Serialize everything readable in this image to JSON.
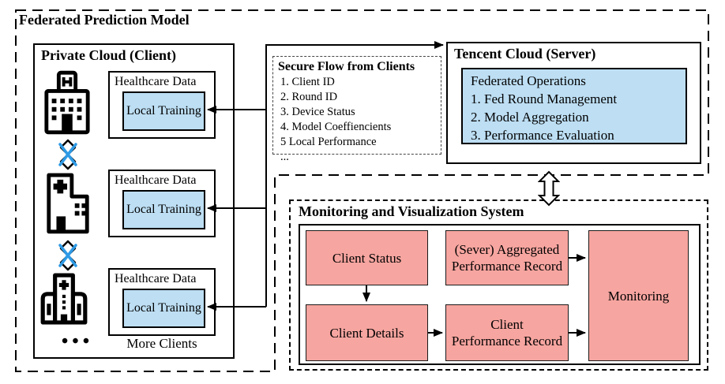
{
  "diagram": {
    "title": "Federated Prediction Model",
    "private_cloud": {
      "title": "Private Cloud (Client)",
      "clients": [
        {
          "data_label": "Healthcare Data",
          "training_label": "Local Training"
        },
        {
          "data_label": "Healthcare Data",
          "training_label": "Local Training"
        },
        {
          "data_label": "Healthcare Data",
          "training_label": "Local Training"
        }
      ],
      "dots": "•••",
      "more_clients": "More Clients"
    },
    "secure_flow": {
      "title": "Secure Flow from Clients",
      "items": [
        "1. Client ID",
        "2. Round ID",
        "3. Device Status",
        "4. Model Coeffiencients",
        "5 Local Performance",
        "..."
      ]
    },
    "server": {
      "title": "Tencent Cloud (Server)",
      "operations": [
        "Federated Operations",
        "1. Fed Round Management",
        "2. Model Aggregation",
        "3. Performance Evaluation"
      ]
    },
    "monitoring_system": {
      "title": "Monitoring and Visualization System",
      "boxes": {
        "client_status": "Client Status",
        "aggregated_record": "(Sever) Aggregated\nPerformance Record",
        "monitoring": "Monitoring",
        "client_details": "Client Details",
        "client_performance": "Client\nPerformance Record"
      }
    },
    "colors": {
      "light_blue": "#BDDEF3",
      "salmon": "#F7A5A0",
      "cross_blue": "#2E9AE5"
    }
  }
}
